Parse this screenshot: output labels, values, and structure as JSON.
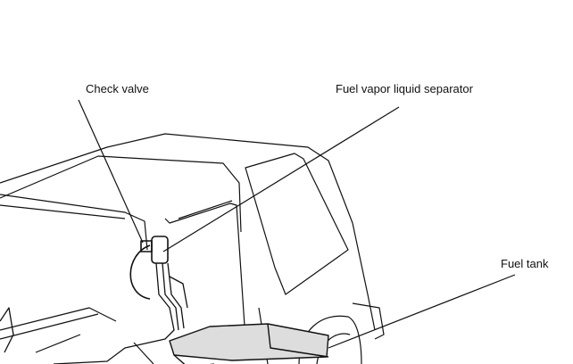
{
  "labels": {
    "check_valve": "Check valve",
    "separator": "Fuel vapor liquid separator",
    "fuel_tank": "Fuel tank"
  },
  "colors": {
    "ink": "#111111",
    "background": "#ffffff"
  }
}
